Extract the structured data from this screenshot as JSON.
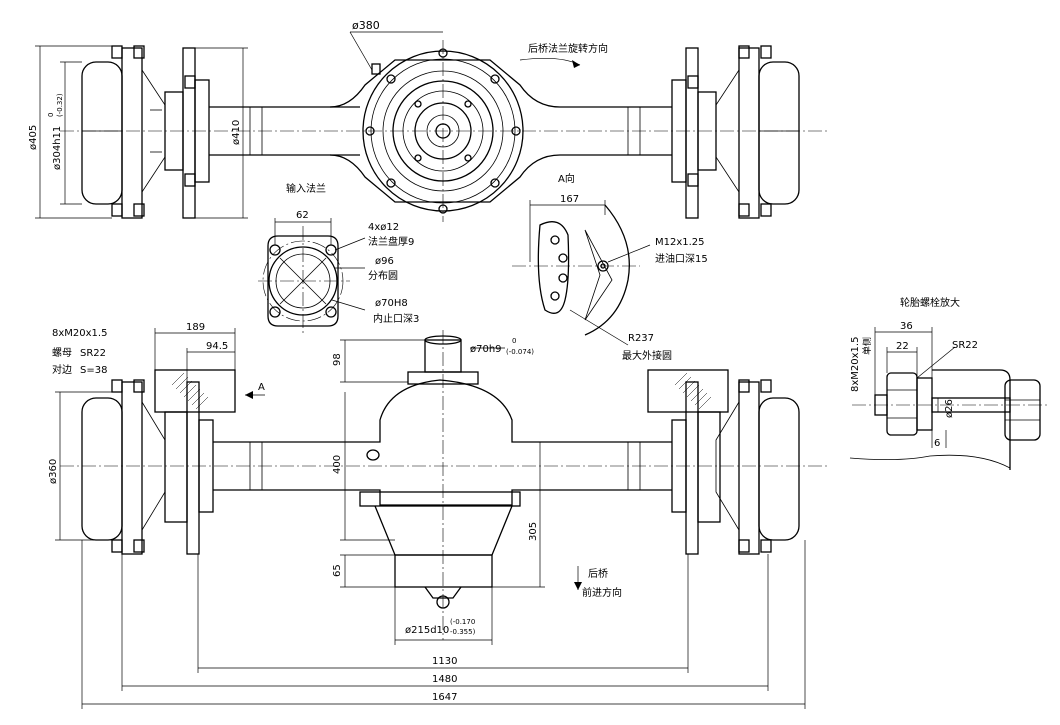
{
  "top_view": {
    "dia_380": "ø380",
    "flange_rotation_note": "后桥法兰旋转方向",
    "dia_405": "ø405",
    "dia_304": "ø304h11",
    "dia_304_tol_upper": "0",
    "dia_304_tol_lower": "(-0.32)",
    "dia_410": "ø410"
  },
  "input_flange": {
    "title": "输入法兰",
    "dim_62": "62",
    "holes": "4xø12",
    "thickness": "法兰盘厚9",
    "pcd": "ø96",
    "pcd_label": "分布圆",
    "pilot": "ø70H8",
    "pilot_depth": "内止口深3"
  },
  "view_a": {
    "title": "A向",
    "dim_167": "167",
    "thread": "M12x1.25",
    "fill_port": "进油口深15",
    "radius": "R237",
    "radius_label": "最大外接圆"
  },
  "front_view": {
    "bolts": "8xM20x1.5",
    "nut": "螺母",
    "sr22": "SR22",
    "across_flats_label": "对边",
    "across_flats": "S=38",
    "dim_189": "189",
    "dim_94_5": "94.5",
    "arrow_a": "A",
    "dim_98": "98",
    "dia_70h9": "ø70h9",
    "dia_70h9_tol_upper": "0",
    "dia_70h9_tol_lower": "(-0.074)",
    "dia_360": "ø360",
    "dim_400": "400",
    "dim_305": "305",
    "dim_65": "65",
    "dia_215": "ø215d10",
    "dia_215_tol_upper": "(-0.170",
    "dia_215_tol_lower": "-0.355)",
    "dim_1130": "1130",
    "dim_1480": "1480",
    "dim_1647": "1647",
    "rear_axle": "后桥",
    "forward_direction": "前进方向"
  },
  "stud_detail": {
    "title": "轮胎螺栓放大",
    "thread": "8xM20x1.5",
    "single_side": "单侧",
    "dim_36": "36",
    "dim_22": "22",
    "sr22": "SR22",
    "dia_26": "ø26",
    "dim_6": "6"
  }
}
